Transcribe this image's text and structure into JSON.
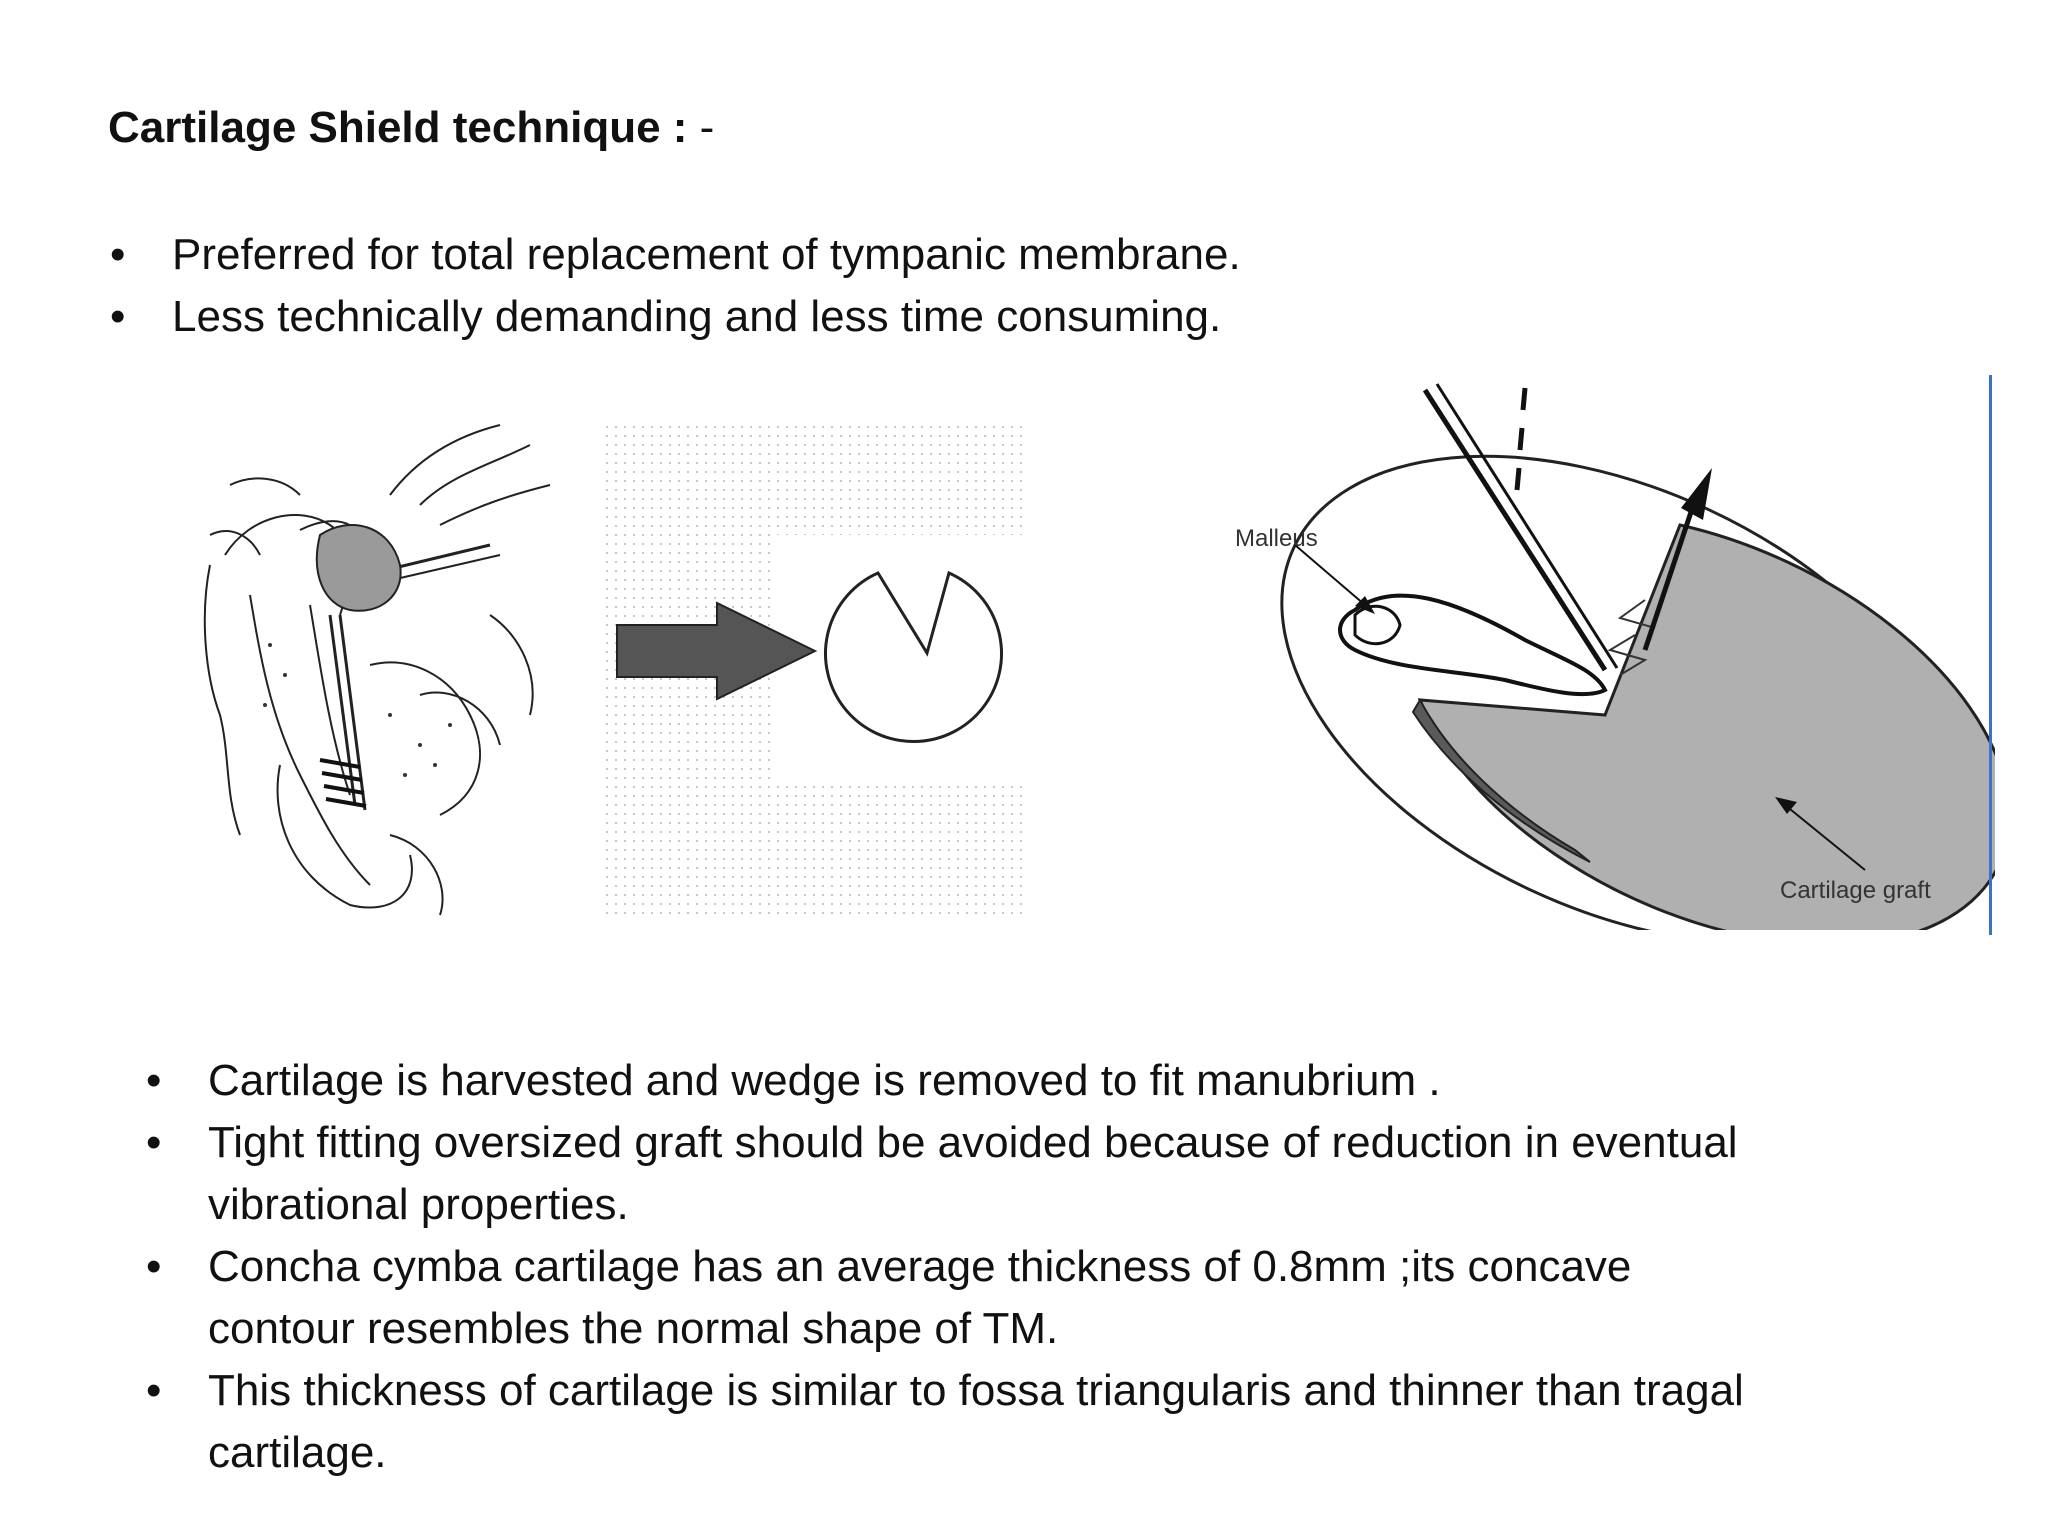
{
  "slide": {
    "title_bold": "Cartilage Shield technique :",
    "title_rest": " -",
    "top_bullets": [
      "Preferred for total replacement of tympanic membrane.",
      "Less technically demanding and less time consuming."
    ],
    "figure_labels": {
      "malleus": "Malleus",
      "cartilage_graft": "Cartilage graft"
    },
    "bottom_bullets": [
      [
        "Cartilage is harvested and wedge is removed to fit manubrium ."
      ],
      [
        "Tight fitting oversized graft should be avoided because of reduction in eventual",
        "vibrational properties."
      ],
      [
        "Concha cymba cartilage  has an average thickness of 0.8mm ;its concave",
        "contour resembles the  normal shape of TM."
      ],
      [
        "This thickness of cartilage is similar to fossa triangularis and thinner than tragal",
        "cartilage."
      ]
    ],
    "bullet_glyph": "•",
    "colors": {
      "text": "#111111",
      "rule": "#3b73c4",
      "graft_fill": "#b0b0b0"
    }
  }
}
